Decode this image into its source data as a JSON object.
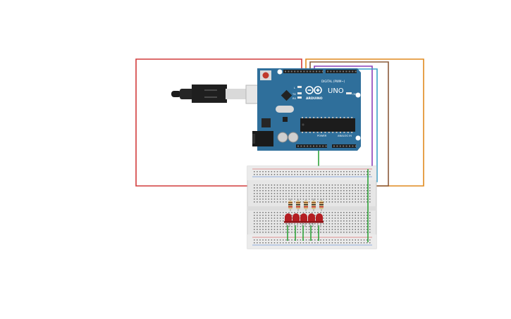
{
  "arduino": {
    "model": "UNO",
    "brand": "ARDUINO",
    "header_digital": "DIGITAL (PWM~)",
    "label_tx": "TX",
    "label_rx": "RX",
    "label_l": "L",
    "label_on": "ON",
    "label_power": "POWER",
    "label_analog": "ANALOG IN"
  },
  "circuit": {
    "led_count": 5,
    "resistor_count": 5,
    "colors": {
      "board": "#2f6f9b",
      "wire_red": "#d23b3b",
      "wire_orange": "#e08a1e",
      "wire_brown": "#8a5a3a",
      "wire_purple": "#8a3fb8",
      "wire_blue": "#3ba0c8",
      "wire_green": "#2fa33a",
      "led": "#b31d22",
      "breadboard": "#e6e6e6"
    }
  }
}
